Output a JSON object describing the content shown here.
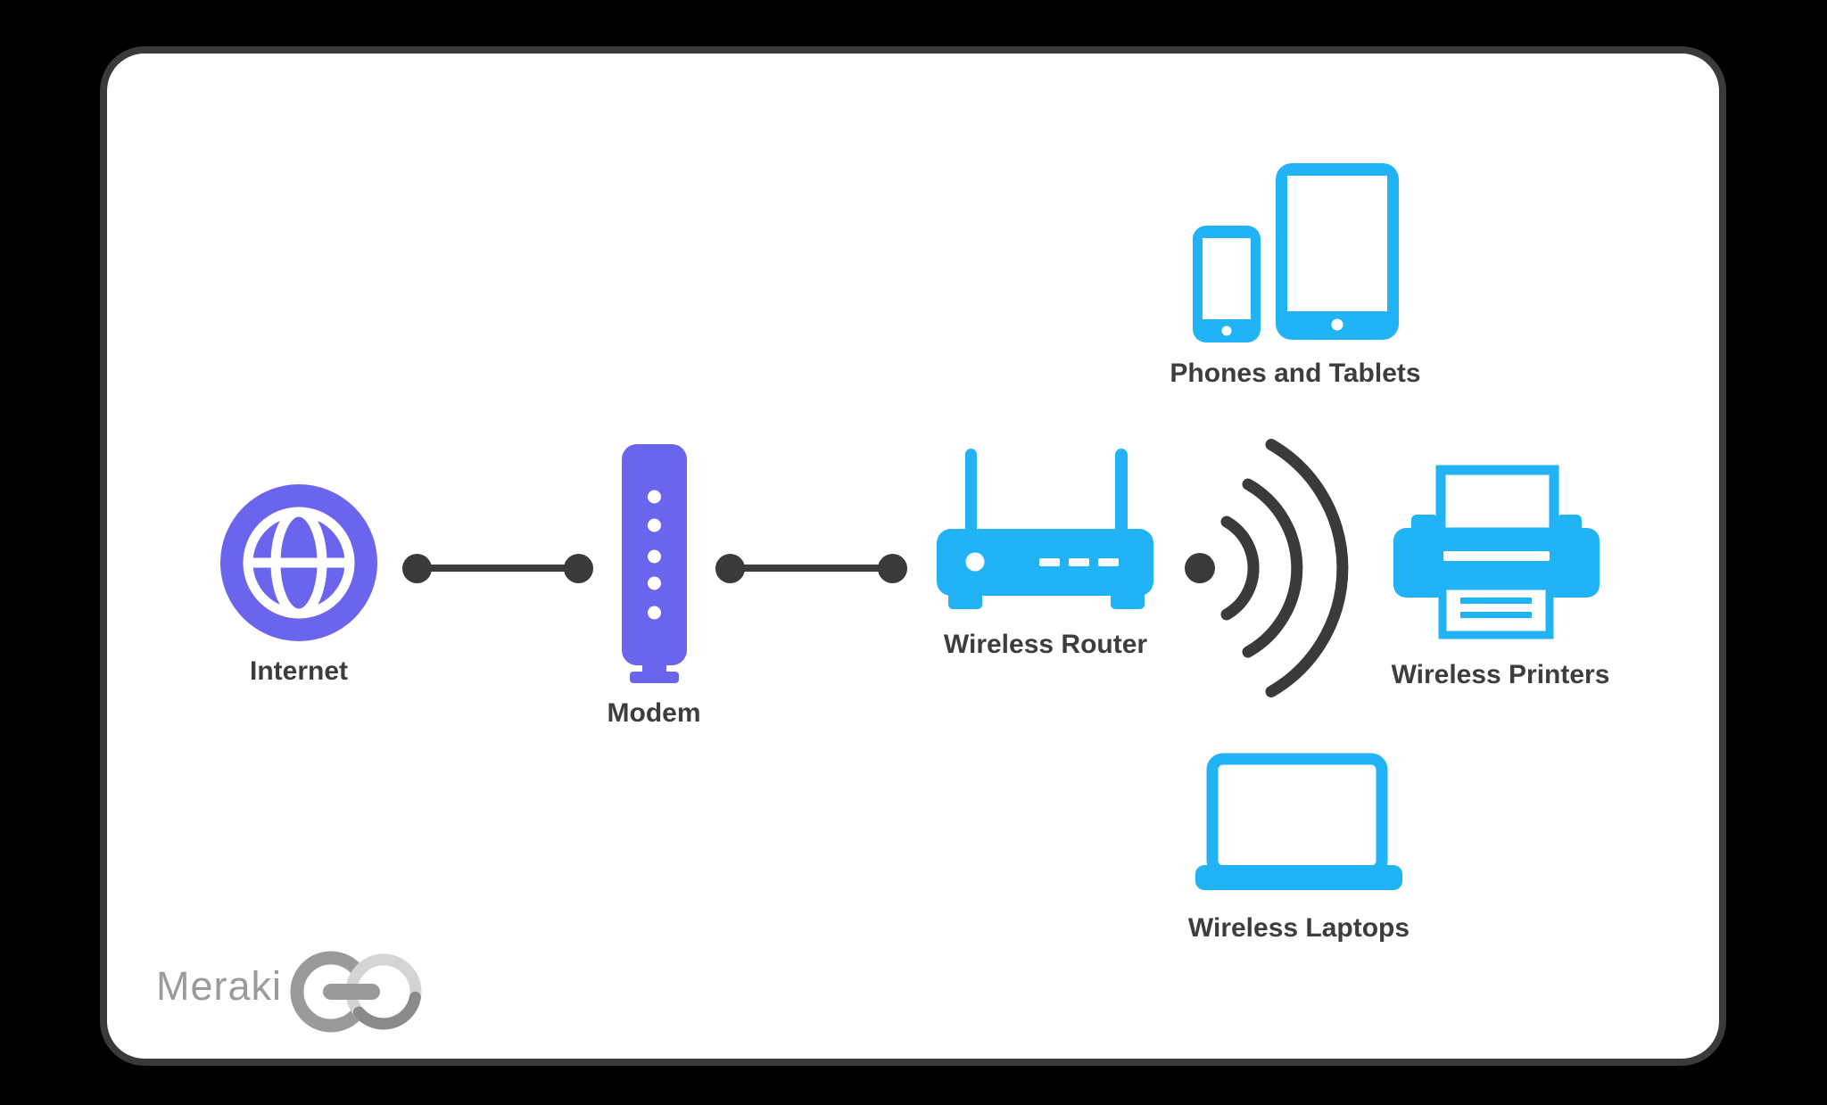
{
  "diagram": {
    "nodes": [
      {
        "id": "internet",
        "label": "Internet",
        "icon": "globe-icon"
      },
      {
        "id": "modem",
        "label": "Modem",
        "icon": "modem-icon"
      },
      {
        "id": "wireless-router",
        "label": "Wireless Router",
        "icon": "router-icon"
      },
      {
        "id": "phones-tablets",
        "label": "Phones and Tablets",
        "icon": "phone-tablet-icon"
      },
      {
        "id": "wireless-printers",
        "label": "Wireless Printers",
        "icon": "printer-icon"
      },
      {
        "id": "wireless-laptops",
        "label": "Wireless Laptops",
        "icon": "laptop-icon"
      }
    ],
    "connections": [
      {
        "from": "internet",
        "to": "modem",
        "type": "wired"
      },
      {
        "from": "modem",
        "to": "wireless-router",
        "type": "wired"
      },
      {
        "from": "wireless-router",
        "to": "phones-tablets",
        "type": "wireless"
      },
      {
        "from": "wireless-router",
        "to": "wireless-printers",
        "type": "wireless"
      },
      {
        "from": "wireless-router",
        "to": "wireless-laptops",
        "type": "wireless"
      }
    ]
  },
  "branding": {
    "logo_text": "Meraki",
    "logo_mark": "GO"
  },
  "colors": {
    "page_background": "#000000",
    "card_background": "#ffffff",
    "outline_dark": "#3a3a3a",
    "purple_accent": "#6b64ec",
    "cyan_accent": "#22b3f7",
    "label_text": "#3d3d3d",
    "logo_gray": "#9b9b9b"
  }
}
